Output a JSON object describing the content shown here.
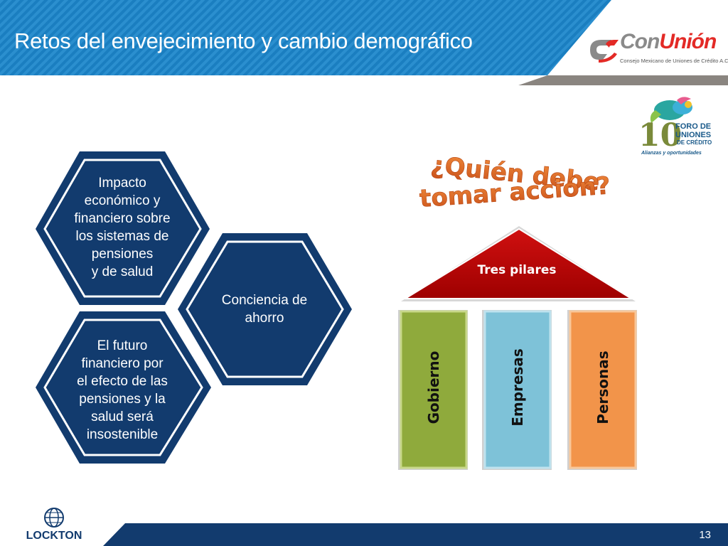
{
  "slide": {
    "title": "Retos del envejecimiento y cambio demográfico",
    "page_number": "13"
  },
  "logos": {
    "conunion": {
      "name_part1": "Con",
      "name_part2": "Unión",
      "subtitle": "Consejo Mexicano de Uniones de Crédito A.C."
    },
    "foro": {
      "number": "10",
      "line1": "FORO DE",
      "line2": "UNIONES",
      "line3": "DE CRÉDITO",
      "tagline": "Alianzas y oportunidades"
    },
    "lockton": {
      "name": "LOCKTON"
    }
  },
  "hexagons": [
    {
      "text_lines": [
        "Impacto",
        "económico y",
        "financiero sobre",
        "los sistemas de",
        "pensiones",
        "y de salud"
      ]
    },
    {
      "text_lines": [
        "Conciencia de",
        "ahorro"
      ]
    },
    {
      "text_lines": [
        "El futuro",
        "financiero por",
        "el efecto de las",
        "pensiones y la",
        "salud será",
        "insostenible"
      ]
    }
  ],
  "question": {
    "line1": "¿Quién debe",
    "line2": "tomar acción?"
  },
  "pillars": {
    "roof_label": "Tres pilares",
    "items": [
      {
        "label": "Gobierno",
        "color": "#8faa3c"
      },
      {
        "label": "Empresas",
        "color": "#7ec2d8"
      },
      {
        "label": "Personas",
        "color": "#f2944a"
      }
    ]
  },
  "colors": {
    "header_blue": "#1a7ec0",
    "hex_navy": "#123b6e",
    "roof_red": "#c00000",
    "question_orange": "#d9631c",
    "footer_navy": "#123b6e"
  }
}
